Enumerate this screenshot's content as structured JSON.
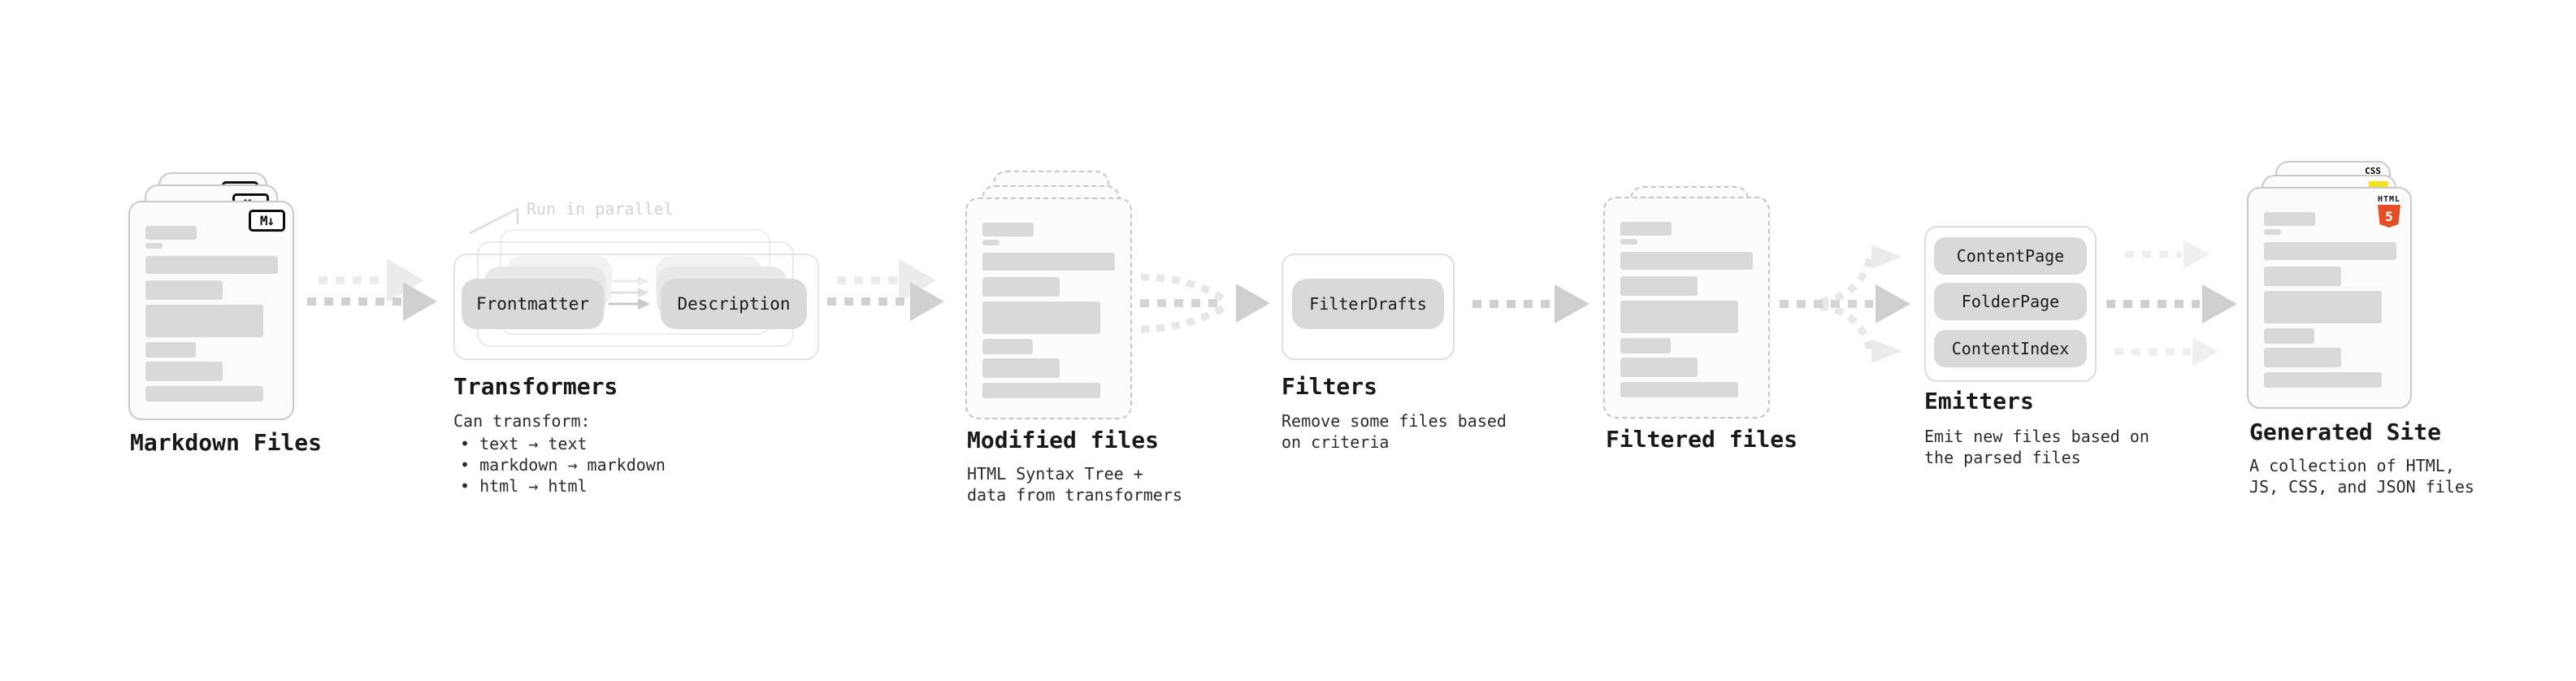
{
  "colors": {
    "ink": "#1c1c1c",
    "bar_gray": "#d9d9d9",
    "pill_gray": "#d9d9d9",
    "arrow_gray": "#d0d0d0",
    "arrow_light": "#ececec",
    "html5_orange": "#e34f26",
    "js_yellow": "#f7df1e",
    "css_blue": "#2965f1"
  },
  "stages": {
    "markdown": {
      "title": "Markdown Files",
      "badge": "M↓"
    },
    "transformers": {
      "title": "Transformers",
      "annotation": "Run in parallel",
      "pipeline_steps": [
        "Frontmatter",
        "Description"
      ],
      "description": "Can transform:",
      "bullets": [
        "• text → text",
        "• markdown → markdown",
        "• html → html"
      ]
    },
    "modified": {
      "title": "Modified files",
      "description": "HTML Syntax Tree +\ndata from transformers"
    },
    "filters": {
      "title": "Filters",
      "buttons": [
        "FilterDrafts"
      ],
      "description": "Remove some files based\non criteria"
    },
    "filtered": {
      "title": "Filtered files"
    },
    "emitters": {
      "title": "Emitters",
      "buttons": [
        "ContentPage",
        "FolderPage",
        "ContentIndex"
      ],
      "description": "Emit new files based on\nthe parsed files"
    },
    "generated": {
      "title": "Generated Site",
      "description": "A collection of HTML,\nJS, CSS, and JSON files",
      "badges": {
        "css": "CSS",
        "html_label": "HTML",
        "html_number": "5"
      }
    }
  }
}
